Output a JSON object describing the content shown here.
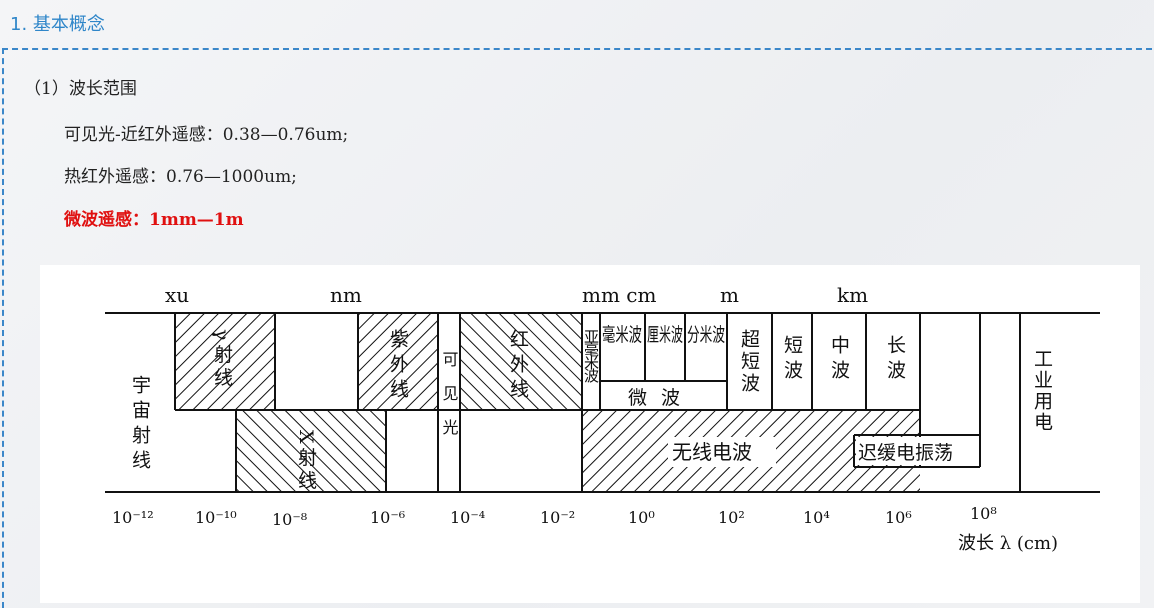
{
  "section": {
    "title": "1. 基本概念"
  },
  "content": {
    "subtitle": "（1）波长范围",
    "lines": [
      "可见光-近红外遥感：0.38—0.76um;",
      "热红外遥感：0.76—1000um;",
      "微波遥感：1mm—1m"
    ],
    "highlight_color": "#e01010"
  },
  "figure": {
    "unit_labels": [
      "xu",
      "nm",
      "mm cm",
      "m",
      "km"
    ],
    "bands": {
      "cosmic": "宇宙射线",
      "gamma": "γ射线",
      "xray": "X射线",
      "uv": "紫外线",
      "visible": "可见光",
      "ir": "红外线",
      "submm": "亚毫米波",
      "mm": "毫米波",
      "cm": "厘米波",
      "dm": "分米波",
      "microwave": "微波",
      "vhf": "超短波",
      "short": "短波",
      "medium": "中波",
      "long": "长波",
      "power": "工业用电",
      "radio": "无线电波",
      "slow": "迟缓电振荡"
    },
    "ticks": [
      "10⁻¹²",
      "10⁻¹⁰",
      "10⁻⁸",
      "10⁻⁶",
      "10⁻⁴",
      "10⁻²",
      "10⁰",
      "10²",
      "10⁴",
      "10⁶",
      "10⁸"
    ],
    "axis_caption": "波长 λ (cm)"
  }
}
